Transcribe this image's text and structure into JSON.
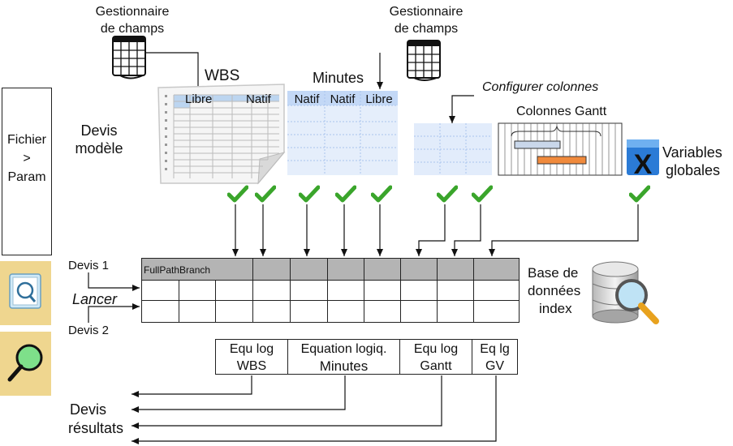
{
  "gestionnaire_left": {
    "line1": "Gestionnaire",
    "line2": "de champs"
  },
  "gestionnaire_right": {
    "line1": "Gestionnaire",
    "line2": "de champs"
  },
  "labels": {
    "wbs": "WBS",
    "minutes": "Minutes",
    "configurer": "Configurer colonnes",
    "colonnes_gantt": "Colonnes Gantt",
    "devis_modele_1": "Devis",
    "devis_modele_2": "modèle",
    "variables_1": "Variables",
    "variables_2": "globales",
    "base_1": "Base de",
    "base_2": "données",
    "base_3": "index",
    "devis1": "Devis 1",
    "devis2": "Devis 2",
    "lancer": "Lancer",
    "devis_resultats_1": "Devis",
    "devis_resultats_2": "résultats"
  },
  "wbs_columns": {
    "col1": "Libre",
    "col2": "Natif"
  },
  "minutes_columns": [
    "Natif",
    "Natif",
    "Libre"
  ],
  "sidebar": {
    "fichier_line1": "Fichier",
    "fichier_line2": ">",
    "fichier_line3": "Param"
  },
  "index_table": {
    "first_header": "FullPathBranch"
  },
  "equations": [
    {
      "line1": "Equ log",
      "line2": "WBS"
    },
    {
      "line1": "Equation logiq.",
      "line2": "Minutes"
    },
    {
      "line1": "Equ log",
      "line2": "Gantt"
    },
    {
      "line1": "Eq lg",
      "line2": "GV"
    }
  ],
  "colors": {
    "header_gray": "#b4b4b4",
    "blue_grid": "#dbe8fb",
    "check_green": "#3aa52b",
    "tan": "#efd68f",
    "gantt_orange": "#f08a3c",
    "gantt_blue": "#c9d7ea"
  }
}
